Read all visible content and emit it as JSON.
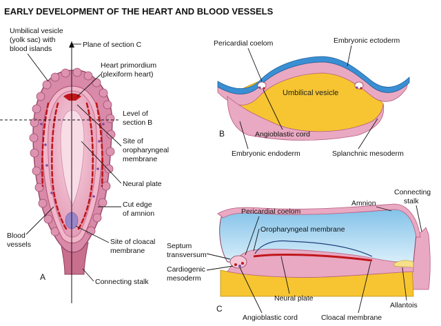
{
  "title": "EARLY DEVELOPMENT OF THE HEART AND BLOOD VESSELS",
  "panel_a": {
    "letter": "A",
    "umbilical_vesicle": [
      "Umbilical vesicle",
      "(yolk sac) with",
      "blood islands"
    ],
    "plane_c": "Plane of section C",
    "heart_primordium": [
      "Heart primordium",
      "(plexiform heart)"
    ],
    "level_b": [
      "Level of",
      "section B"
    ],
    "oropharyngeal": [
      "Site of",
      "oropharyngeal",
      "membrane"
    ],
    "neural_plate": "Neural plate",
    "amnion_edge": [
      "Cut edge",
      "of amnion"
    ],
    "blood_vessels": [
      "Blood",
      "vessels"
    ],
    "cloacal": [
      "Site of cloacal",
      "membrane"
    ],
    "connecting_stalk": "Connecting stalk"
  },
  "panel_b": {
    "letter": "B",
    "pericardial_coelom": "Pericardial coelom",
    "ectoderm": "Embryonic ectoderm",
    "umbilical_vesicle": "Umbilical vesicle",
    "angioblastic_cord": "Angioblastic cord",
    "endoderm": "Embryonic endoderm",
    "splanchnic": "Splanchnic mesoderm"
  },
  "panel_c": {
    "letter": "C",
    "pericardial_coelom": "Pericardial coelom",
    "amnion": "Amnion",
    "connecting_stalk": [
      "Connecting",
      "stalk"
    ],
    "oropharyngeal": "Oropharyngeal membrane",
    "septum": [
      "Septum",
      "transversum"
    ],
    "cardiogenic": [
      "Cardiogenic",
      "mesoderm"
    ],
    "neural_plate": "Neural plate",
    "allantois": "Allantois",
    "angioblastic_cord": "Angioblastic cord",
    "cloacal": "Cloacal membrane"
  },
  "colors": {
    "pink_tissue": "#e9a9c2",
    "dark_pink": "#c96f8e",
    "blood_red": "#c0161b",
    "ectoderm_blue": "#3a8fd4",
    "amnion_blue": "#a9d7ef",
    "yolk_yellow": "#f6c531",
    "embryo_pink": "#f4c8d6"
  }
}
